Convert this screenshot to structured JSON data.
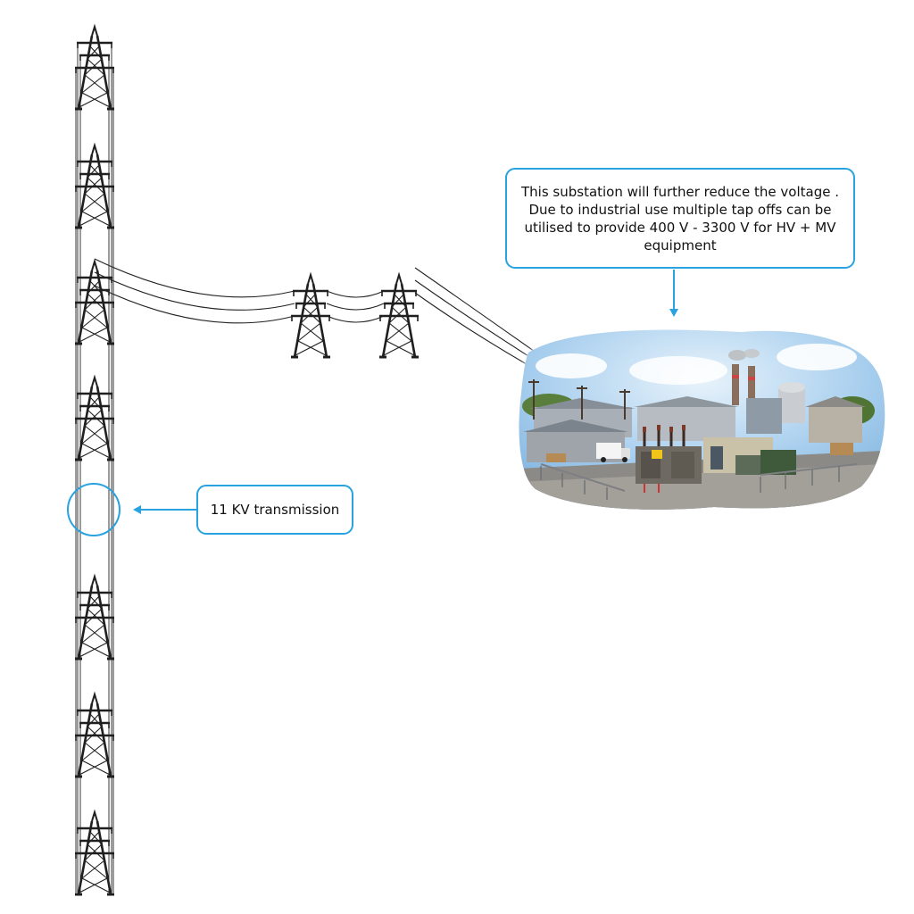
{
  "callouts": {
    "substation": "This substation will further reduce the voltage . Due to industrial use multiple tap offs can be utilised to provide 400 V - 3300 V for HV + MV equipment",
    "transmission": "11 KV transmission"
  },
  "colors": {
    "accent": "#29a3e0",
    "tower": "#1f1f1f",
    "line": "#222222"
  },
  "icons": {
    "tower": "pylon-icon",
    "factory": "industrial-site-illustration"
  }
}
